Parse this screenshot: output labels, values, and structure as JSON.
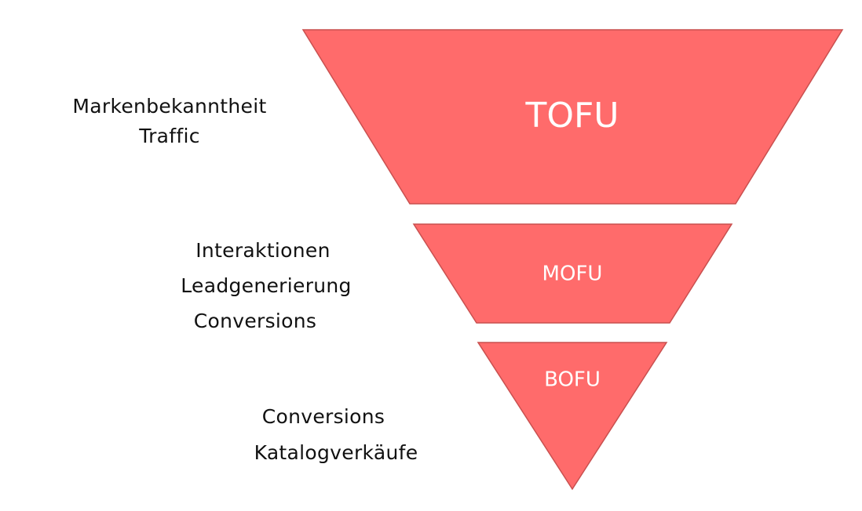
{
  "funnel": {
    "fill_color": "#ff6b6b",
    "stroke_color": "#c9504f",
    "text_color": "#ffffff",
    "stages": [
      {
        "label": "TOFU",
        "descriptions": [
          "Markenbekanntheit",
          "Traffic"
        ]
      },
      {
        "label": "MOFU",
        "descriptions": [
          "Interaktionen",
          "Leadgenerierung",
          "Conversions"
        ]
      },
      {
        "label": "BOFU",
        "descriptions": [
          "Conversions",
          "Katalogverkäufe"
        ]
      }
    ]
  }
}
